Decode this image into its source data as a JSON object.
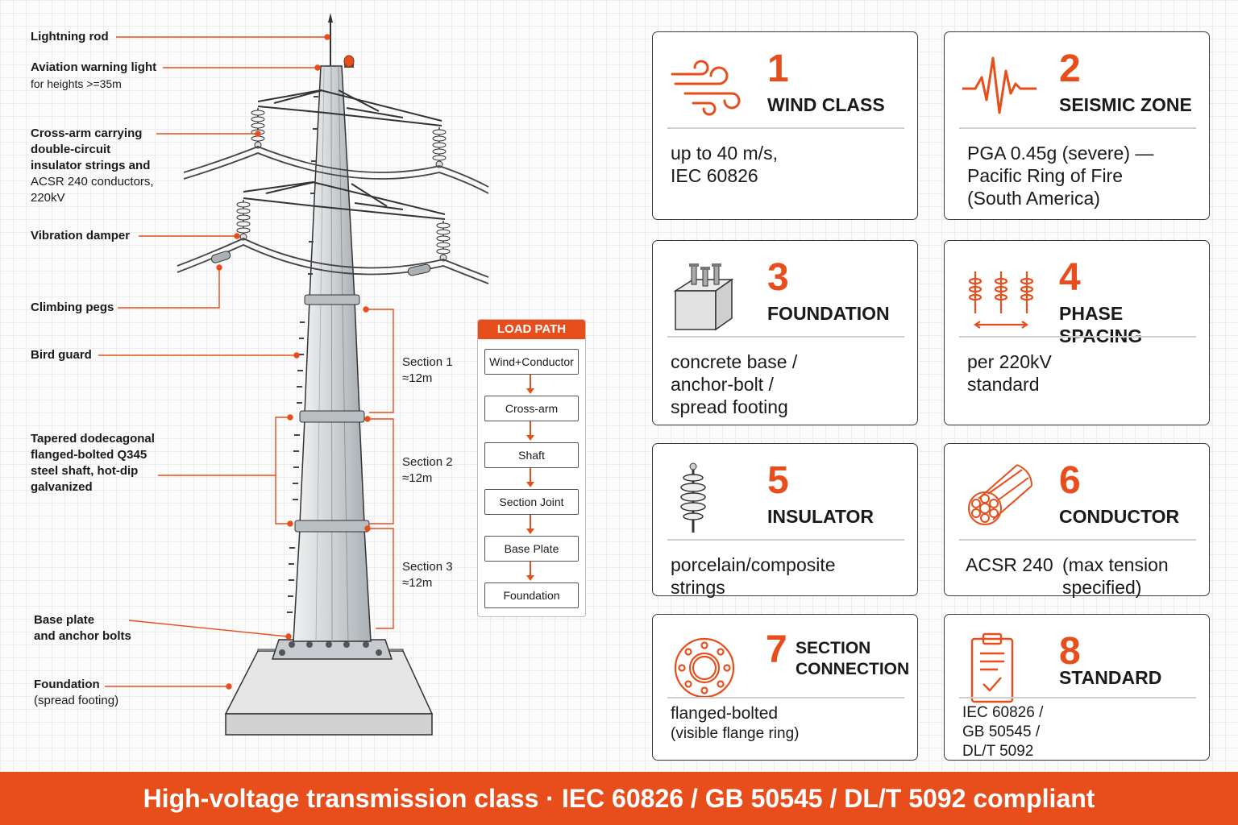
{
  "labels": {
    "lightning_rod": "Lightning rod",
    "aviation_light": "Aviation warning light",
    "aviation_light_note": "for heights >=35m",
    "cross_arm": [
      "Cross-arm carrying",
      "double-circuit",
      "insulator strings and"
    ],
    "cross_arm_note": [
      "ACSR 240 conductors,",
      "220kV"
    ],
    "vibration_damper": "Vibration damper",
    "climbing_pegs": "Climbing pegs",
    "bird_guard": "Bird guard",
    "shaft": [
      "Tapered dodecagonal",
      "flanged-bolted Q345",
      "steel shaft, hot-dip",
      "galvanized"
    ],
    "base_plate": [
      "Base plate",
      "and anchor bolts"
    ],
    "foundation": "Foundation",
    "foundation_note": "(spread footing)"
  },
  "sections": [
    {
      "name": "Section 1",
      "length": "≈12m"
    },
    {
      "name": "Section 2",
      "length": "≈12m"
    },
    {
      "name": "Section 3",
      "length": "≈12m"
    }
  ],
  "load_path": {
    "title": "LOAD PATH",
    "steps": [
      "Wind+Conductor",
      "Cross-arm",
      "Shaft",
      "Section Joint",
      "Base Plate",
      "Foundation"
    ]
  },
  "cards": [
    {
      "num": "1",
      "title": [
        "WIND CLASS"
      ],
      "body": [
        "up to 40 m/s,",
        "IEC 60826"
      ],
      "icon": "wind-icon"
    },
    {
      "num": "2",
      "title": [
        "SEISMIC ZONE"
      ],
      "body": [
        "PGA 0.45g (severe) —",
        "Pacific Ring of Fire",
        "(South America)"
      ],
      "icon": "seismic-wave-icon"
    },
    {
      "num": "3",
      "title": [
        "FOUNDATION"
      ],
      "body": [
        "concrete base /",
        "anchor-bolt /",
        "spread footing"
      ],
      "icon": "concrete-block-icon"
    },
    {
      "num": "4",
      "title": [
        "PHASE SPACING"
      ],
      "body": [
        "per 220kV",
        "standard"
      ],
      "icon": "phase-spacing-icon"
    },
    {
      "num": "5",
      "title": [
        "INSULATOR"
      ],
      "body": [
        "porcelain/composite",
        "strings"
      ],
      "icon": "insulator-icon"
    },
    {
      "num": "6",
      "title": [
        "CONDUCTOR"
      ],
      "body": [
        "ACSR 240",
        "(max tension",
        "specified)"
      ],
      "icon": "conductor-cable-icon"
    },
    {
      "num": "7",
      "title": [
        "SECTION",
        "CONNECTION"
      ],
      "body": [
        "flanged-bolted",
        "(visible flange ring)"
      ],
      "icon": "flange-ring-icon"
    },
    {
      "num": "8",
      "title": [
        "STANDARD"
      ],
      "body": [
        "IEC 60826 /",
        "GB 50545 /",
        "DL/T 5092"
      ],
      "icon": "clipboard-check-icon"
    }
  ],
  "footer": "High-voltage transmission class · IEC 60826 / GB 50545 / DL/T 5092 compliant",
  "colors": {
    "accent": "#e84e1b",
    "ink": "#1a1a1a",
    "steel": "#cfd3d6",
    "concrete": "#e2e2e2"
  }
}
